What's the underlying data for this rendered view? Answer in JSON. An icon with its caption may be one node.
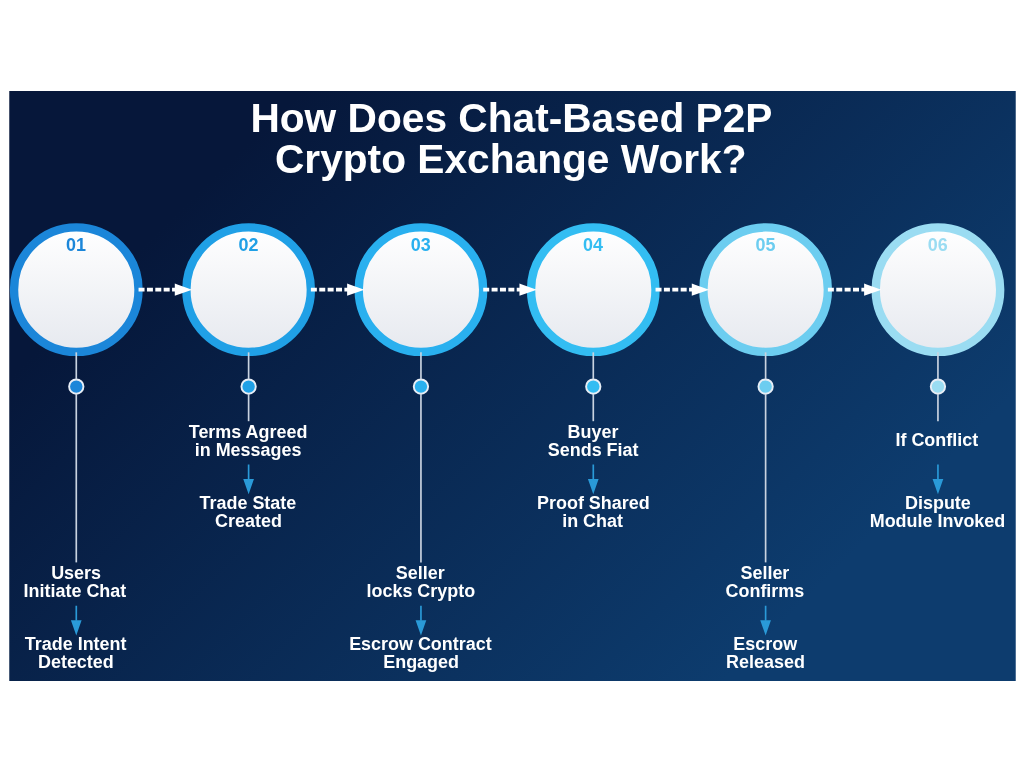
{
  "diagram": {
    "title": "How Does Chat-Based P2P Crypto Exchange Work?",
    "nodes": [
      {
        "text": [
          "01"
        ]
      },
      {
        "text": [],
        "shape": "circle"
      },
      {
        "text": [
          "Users Initiate Chat"
        ]
      },
      {
        "text": [
          "Trade Intent Detected"
        ]
      },
      {
        "text": [
          "02"
        ]
      },
      {
        "text": [],
        "shape": "circle"
      },
      {
        "text": [
          "Terms Agreed in Messages"
        ]
      },
      {
        "text": [
          "Trade State Created"
        ]
      },
      {
        "text": [
          "03"
        ]
      },
      {
        "text": [],
        "shape": "circle"
      },
      {
        "text": [
          "Seller locks Crypto"
        ]
      },
      {
        "text": [
          "Escrow Contract Engaged"
        ]
      },
      {
        "text": [
          "04"
        ]
      },
      {
        "text": [],
        "shape": "circle"
      },
      {
        "text": [
          "Buyer Sends Fiat"
        ]
      },
      {
        "text": [
          "Proof Shared in Chat"
        ]
      },
      {
        "text": [
          "05"
        ]
      },
      {
        "text": [],
        "shape": "circle"
      },
      {
        "text": [
          "Seller Confirms"
        ]
      },
      {
        "text": [
          "Escrow Released"
        ]
      },
      {
        "text": [
          "06"
        ]
      },
      {
        "text": [],
        "shape": "circle"
      },
      {
        "text": [
          "If Conflict"
        ]
      },
      {
        "text": [
          "Dispute Module Invoked"
        ]
      }
    ],
    "edges": [
      {
        "from": 0,
        "to": 4,
        "arrow": "to",
        "style": "dashed",
        "color": "#ffffff"
      },
      {
        "from": 4,
        "to": 8,
        "arrow": "to",
        "style": "dashed",
        "color": "#ffffff"
      },
      {
        "from": 8,
        "to": 12,
        "arrow": "to",
        "style": "dashed",
        "color": "#ffffff"
      },
      {
        "from": 12,
        "to": 16,
        "arrow": "to",
        "style": "dashed",
        "color": "#ffffff"
      },
      {
        "from": 16,
        "to": 20,
        "arrow": "to",
        "style": "dashed",
        "color": "#ffffff"
      },
      {
        "from": 0,
        "to": 1,
        "arrow": "none"
      },
      {
        "from": 1,
        "to": 2,
        "arrow": "none"
      },
      {
        "from": 2,
        "to": 3,
        "arrow": "to",
        "color": "#2a9ad8"
      },
      {
        "from": 4,
        "to": 5,
        "arrow": "none"
      },
      {
        "from": 5,
        "to": 6,
        "arrow": "none"
      },
      {
        "from": 6,
        "to": 7,
        "arrow": "to",
        "color": "#2a9ad8"
      },
      {
        "from": 8,
        "to": 9,
        "arrow": "none"
      },
      {
        "from": 9,
        "to": 10,
        "arrow": "none"
      },
      {
        "from": 10,
        "to": 11,
        "arrow": "to",
        "color": "#2a9ad8"
      },
      {
        "from": 12,
        "to": 13,
        "arrow": "none"
      },
      {
        "from": 13,
        "to": 14,
        "arrow": "none"
      },
      {
        "from": 14,
        "to": 15,
        "arrow": "to",
        "color": "#2a9ad8"
      },
      {
        "from": 16,
        "to": 17,
        "arrow": "none"
      },
      {
        "from": 17,
        "to": 18,
        "arrow": "none"
      },
      {
        "from": 18,
        "to": 19,
        "arrow": "to",
        "color": "#2a9ad8"
      },
      {
        "from": 20,
        "to": 21,
        "arrow": "none"
      },
      {
        "from": 21,
        "to": 22,
        "arrow": "none"
      },
      {
        "from": 22,
        "to": 23,
        "arrow": "to",
        "color": "#2a9ad8"
      }
    ]
  }
}
